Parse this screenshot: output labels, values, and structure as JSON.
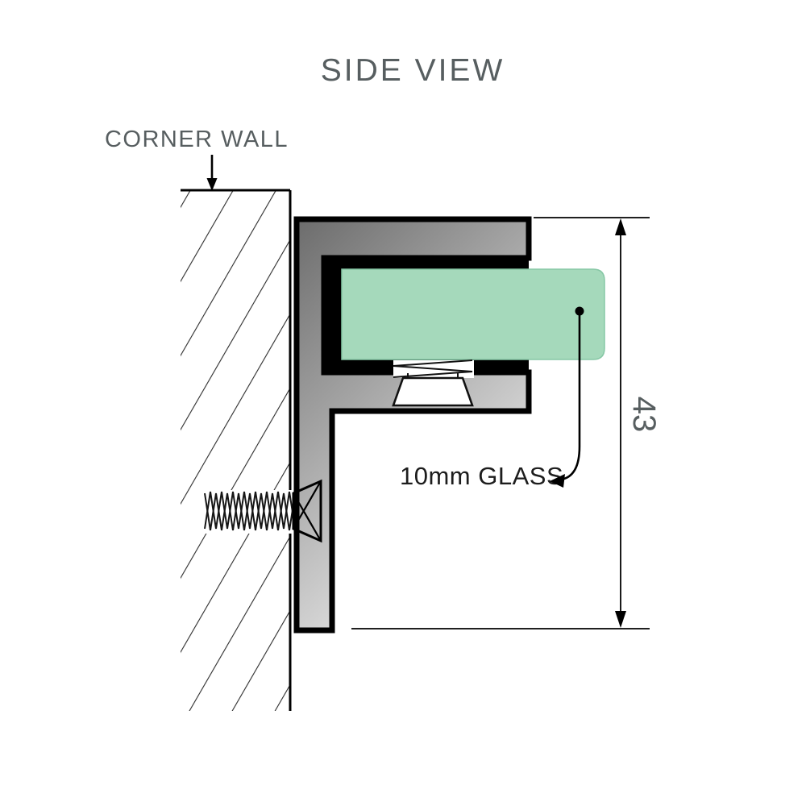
{
  "title": "SIDE VIEW",
  "annotations": {
    "corner_wall": "CORNER WALL",
    "glass_label": "10mm GLASS",
    "dimension_value": "43"
  },
  "colors": {
    "heading_gray": "#575e60",
    "label_dark": "#1d1d1d",
    "glass_green": "#a5d9bb",
    "metal_dark": "#6c6c6c",
    "metal_light": "#ededed",
    "line_black": "#000000"
  }
}
